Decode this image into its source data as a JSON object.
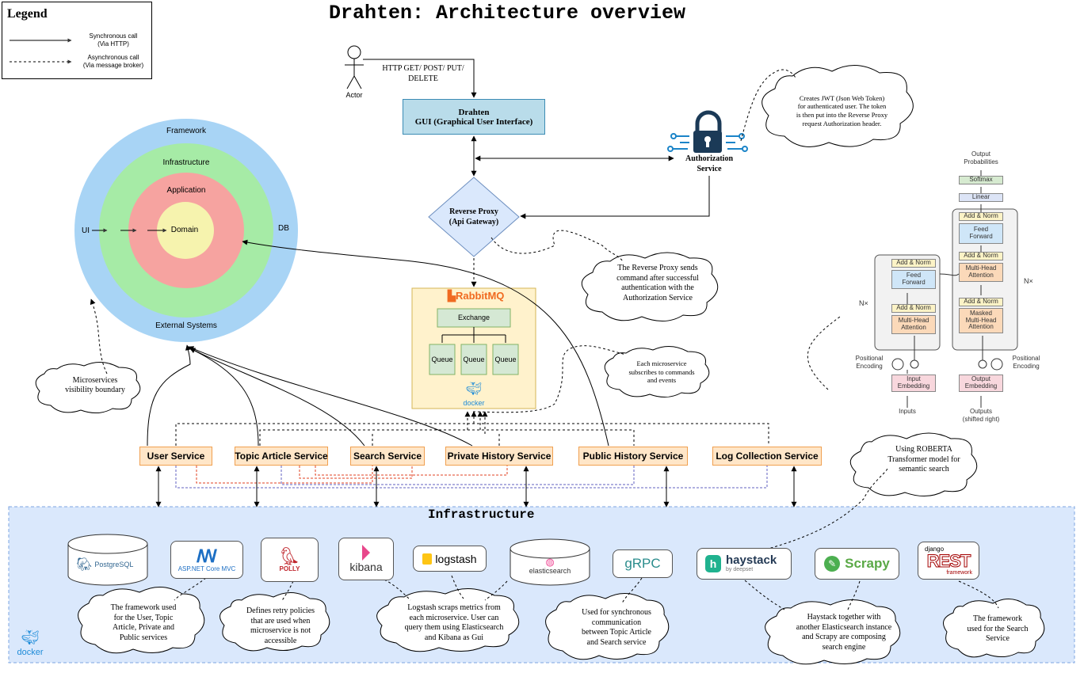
{
  "title": "Drahten: Architecture overview",
  "legend": {
    "title": "Legend",
    "sync_label": "Synchronous call\n(Via HTTP)",
    "async_label": "Asynchronous call\n(Via message broker)"
  },
  "actor": {
    "label": "Actor",
    "request": "HTTP GET/ POST/ PUT/\nDELETE"
  },
  "gui": {
    "line1": "Drahten",
    "line2": "GUI (Graphical User Interface)"
  },
  "auth": {
    "label": "Authorization\nService",
    "note": "Creates JWT (Json Web Token)\nfor authenticated user. The token\nis then put into the Reverse Proxy\nrequest Authorization header."
  },
  "proxy": {
    "label": "Reverse Proxy\n(Api Gateway)",
    "note": "The Reverse Proxy sends\ncommand after successful\nauthentication with the\nAuthorization Service"
  },
  "onion": {
    "framework": "Framework",
    "infrastructure": "Infrastructure",
    "application": "Application",
    "domain": "Domain",
    "ui": "UI",
    "db": "DB",
    "external": "External Systems",
    "note": "Microservices\nvisibility boundary"
  },
  "rabbit": {
    "logo_text": "RabbitMQ",
    "exchange": "Exchange",
    "queues": [
      "Queue",
      "Queue",
      "Queue"
    ],
    "docker": "docker",
    "note": "Each microservice\nsubscribes to commands\nand events"
  },
  "services": [
    "User Service",
    "Topic Article Service",
    "Search Service",
    "Private History Service",
    "Public History Service",
    "Log Collection Service"
  ],
  "infrastructure": {
    "title": "Infrastructure",
    "docker": "docker",
    "logos": {
      "postgres": "PostgreSQL",
      "aspnet": "ASP.NET Core MVC",
      "polly": "POLLY",
      "kibana": "kibana",
      "logstash": "logstash",
      "elastic": "elasticsearch",
      "grpc": "gRPC",
      "haystack": "haystack",
      "haystack_sub": "by deepset",
      "scrapy": "Scrapy",
      "django_top": "django",
      "django_mid": "REST",
      "django_sub": "framework"
    },
    "notes": {
      "aspnet": "The framework used\nfor the User, Topic\nArticle, Private and\nPublic services",
      "polly": "Defines retry policies\nthat are used when\nmicroservice is not\naccessible",
      "logstash": "Logstash scraps metrics from\neach microservice. User can\nquery them using Elasticsearch\nand Kibana as Gui",
      "grpc": "Used for synchronous\ncommunication\nbetween Topic Article\nand Search service",
      "haystack": "Haystack together with\nanother Elasticsearch instance\nand Scrapy are composing\nsearch engine",
      "django": "The framework\nused for the Search\nService"
    }
  },
  "roberta_note": "Using ROBERTA\nTransformer model for\nsemantic search",
  "transformer": {
    "output_probs": "Output\nProbabilities",
    "softmax": "Softmax",
    "linear": "Linear",
    "add_norm": "Add & Norm",
    "feed_forward": "Feed\nForward",
    "mha": "Multi-Head\nAttention",
    "masked_mha": "Masked\nMulti-Head\nAttention",
    "nx": "N×",
    "pos_enc": "Positional\nEncoding",
    "input_emb": "Input\nEmbedding",
    "output_emb": "Output\nEmbedding",
    "inputs": "Inputs",
    "outputs": "Outputs\n(shifted right)"
  },
  "colors": {
    "gui_fill": "#b9dcea",
    "gui_border": "#3c8cb4",
    "framework": "#a8d4f5",
    "infra_ring": "#a6eba6",
    "app_ring": "#f6a3a0",
    "domain": "#f6f3ae",
    "service_fill": "#ffe6c8",
    "service_border": "#f0a050",
    "infra_fill": "#dae8fc",
    "rabbit_fill": "#fff2cc",
    "queue_fill": "#d5e8d4",
    "rabbit_orange": "#f06a20",
    "docker_blue": "#1d8bd8"
  }
}
